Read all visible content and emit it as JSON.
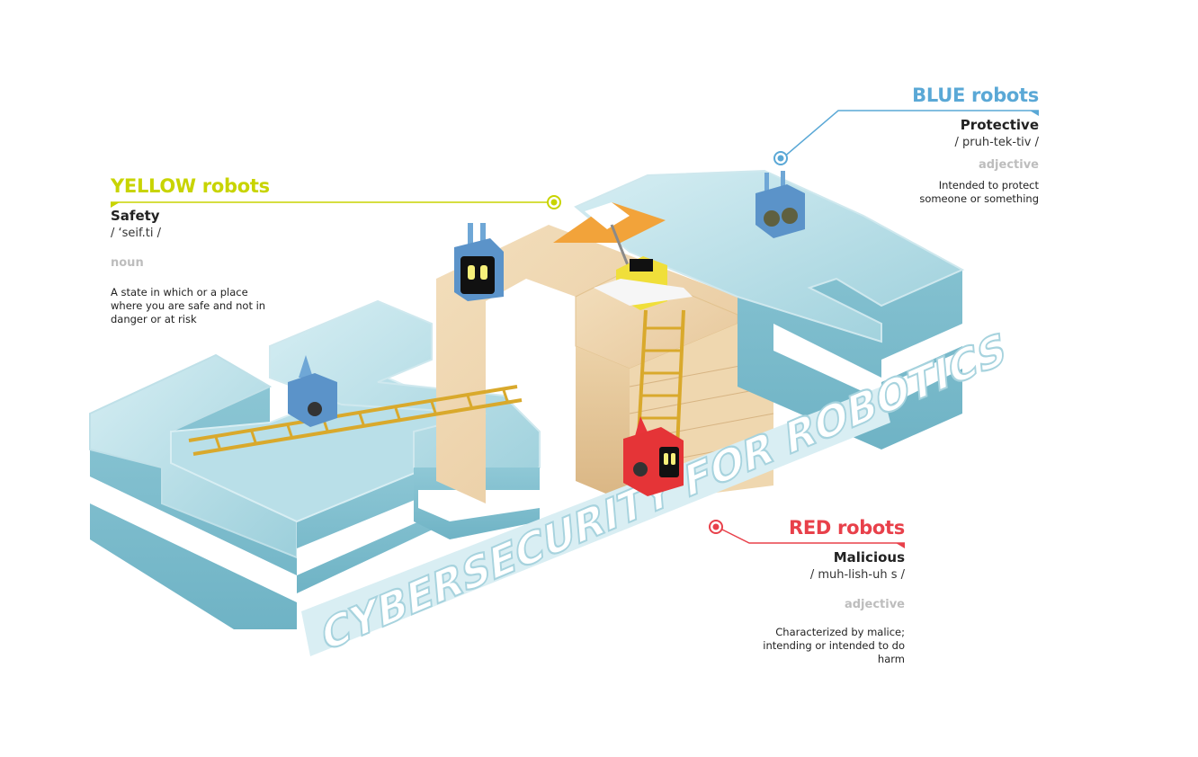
{
  "yellow": {
    "title": "YELLOW robots",
    "term": "Safety",
    "pronunciation": "/ ‘seif.ti /",
    "part_of_speech": "noun",
    "definition": "A state in which or a place where you are safe and not in danger or at risk",
    "color": "#c8d400"
  },
  "blue": {
    "title": "BLUE robots",
    "term": "Protective",
    "pronunciation": "/ pruh-tek-tiv /",
    "part_of_speech": "adjective",
    "definition": "Intended to protect someone or something",
    "color": "#5aa8d6"
  },
  "red": {
    "title": "RED robots",
    "term": "Malicious",
    "pronunciation": "/ muh-lish-uh s /",
    "part_of_speech": "adjective",
    "definition": "Characterized by malice; intending or intended to do harm",
    "color": "#e8404a"
  },
  "illustration": {
    "caption": "CYBERSECURITY FOR ROBOTICS"
  }
}
